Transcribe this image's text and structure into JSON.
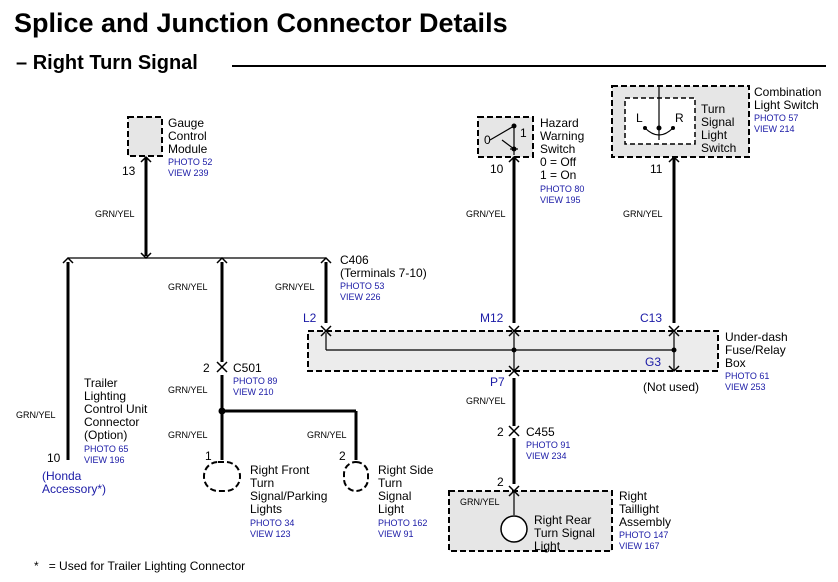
{
  "title": "Splice and Junction Connector Details",
  "subtitle": "Right Turn Signal",
  "wire_color": "GRN/YEL",
  "components": {
    "gauge": {
      "lines": [
        "Gauge",
        "Control",
        "Module"
      ],
      "photo": "PHOTO 52",
      "view": "VIEW 239",
      "pin": "13"
    },
    "hazard": {
      "lines": [
        "Hazard",
        "Warning",
        "Switch",
        "0 = Off",
        "1 = On"
      ],
      "photo": "PHOTO 80",
      "view": "VIEW 195",
      "pin": "10",
      "switch_off": "0",
      "switch_on": "1"
    },
    "combo": {
      "outer_lines": [
        "Combination",
        "Light Switch"
      ],
      "inner_lines": [
        "Turn",
        "Signal",
        "Light",
        "Switch"
      ],
      "photo": "PHOTO 57",
      "view": "VIEW 214",
      "pin": "11",
      "left": "L",
      "right": "R"
    },
    "c406": {
      "lines": [
        "C406",
        "(Terminals 7-10)"
      ],
      "photo": "PHOTO 53",
      "view": "VIEW 226"
    },
    "fusebox": {
      "lines": [
        "Under-dash",
        "Fuse/Relay",
        "Box"
      ],
      "photo": "PHOTO 61",
      "view": "VIEW 253",
      "pins": {
        "l2": "L2",
        "m12": "M12",
        "c13": "C13",
        "g3": "G3",
        "p7": "P7"
      },
      "not_used": "(Not used)"
    },
    "c501": {
      "label": "C501",
      "pin": "2",
      "photo": "PHOTO 89",
      "view": "VIEW 210"
    },
    "trailer": {
      "lines": [
        "Trailer",
        "Lighting",
        "Control Unit",
        "Connector",
        "(Option)"
      ],
      "photo": "PHOTO 65",
      "view": "VIEW 196",
      "pin": "10",
      "accessory": [
        "(Honda",
        "Accessory*)"
      ]
    },
    "rf_lights": {
      "lines": [
        "Right Front",
        "Turn",
        "Signal/Parking",
        "Lights"
      ],
      "photo": "PHOTO 34",
      "view": "VIEW 123",
      "pin": "1"
    },
    "rs_light": {
      "lines": [
        "Right Side",
        "Turn",
        "Signal",
        "Light"
      ],
      "photo": "PHOTO 162",
      "view": "VIEW 91",
      "pin": "2"
    },
    "c455": {
      "label": "C455",
      "pin": "2",
      "photo": "PHOTO 91",
      "view": "VIEW 234"
    },
    "taillight": {
      "lines": [
        "Right",
        "Taillight",
        "Assembly"
      ],
      "inner_lines": [
        "Right Rear",
        "Turn Signal",
        "Light"
      ],
      "photo": "PHOTO 147",
      "view": "VIEW 167",
      "pin": "2"
    }
  },
  "footnote": {
    "star": "*",
    "text": "=  Used for Trailer Lighting Connector"
  }
}
